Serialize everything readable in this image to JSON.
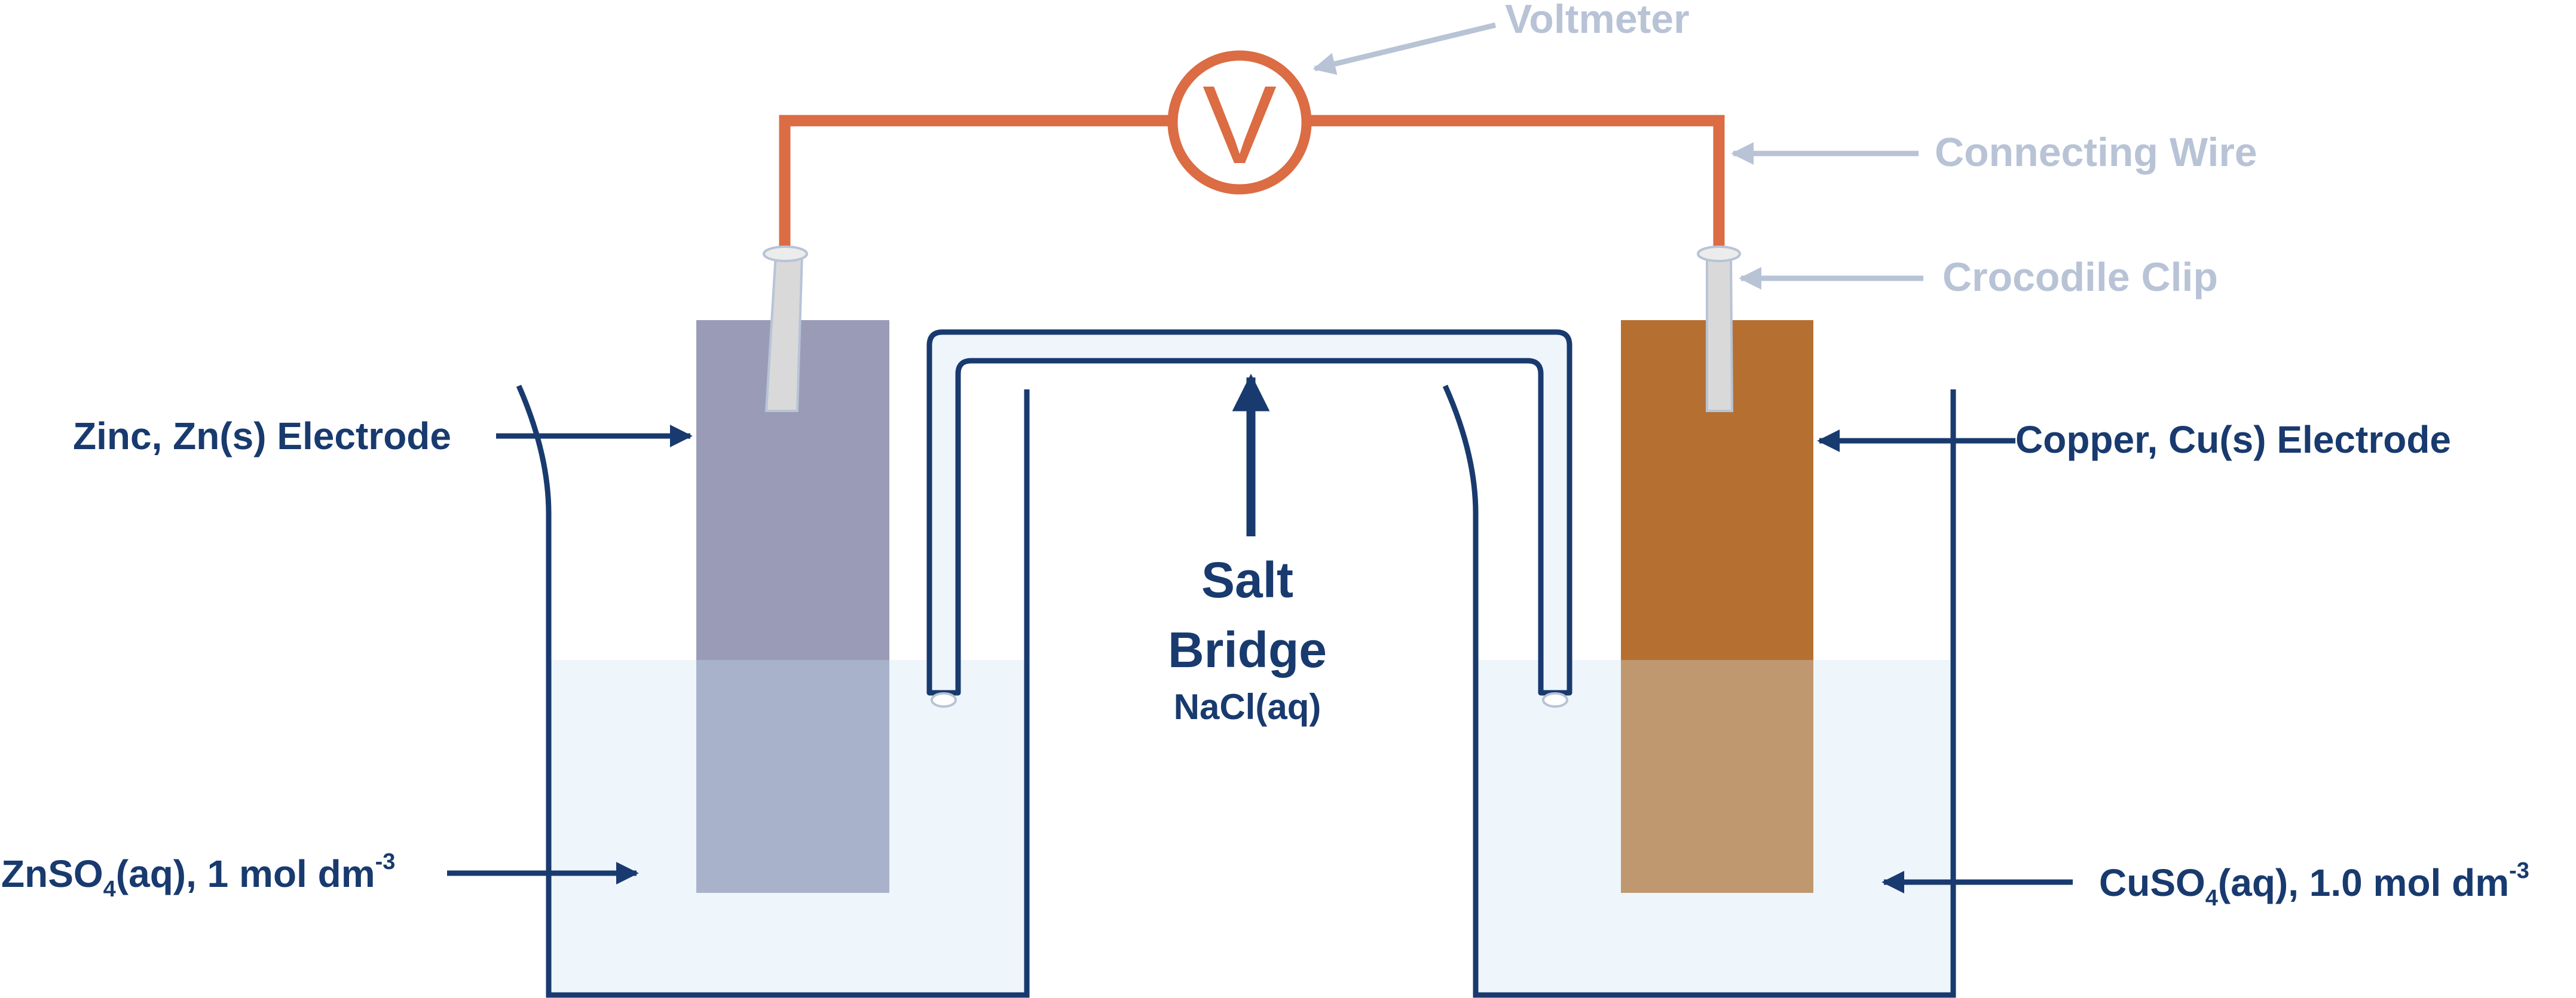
{
  "labels": {
    "voltmeter": "Voltmeter",
    "voltmeter_symbol": "V",
    "connecting_wire": "Connecting Wire",
    "crocodile_clip": "Crocodile Clip",
    "zinc_electrode": "Zinc, Zn(s) Electrode",
    "copper_electrode": "Copper, Cu(s) Electrode",
    "salt_bridge_line1": "Salt",
    "salt_bridge_line2": "Bridge",
    "salt_bridge_sub": "NaCl(aq)",
    "znso4": {
      "pre": "ZnSO",
      "sub": "4",
      "mid": "(aq), 1 mol dm",
      "sup": "-3"
    },
    "cuso4": {
      "pre": "CuSO",
      "sub": "4",
      "mid": "(aq), 1.0 mol dm",
      "sup": "-3"
    }
  },
  "colors": {
    "wire": "#db6c43",
    "outline": "#183a6e",
    "label_dark": "#183a6e",
    "label_grey": "#b8c3d6",
    "solution": "#eef5fb",
    "zinc": "#9a9bb6",
    "zinc_submerged": "#a8b2cb",
    "copper": "#b57031",
    "copper_submerged": "#bf9870",
    "clip": "#d9d9d9"
  }
}
